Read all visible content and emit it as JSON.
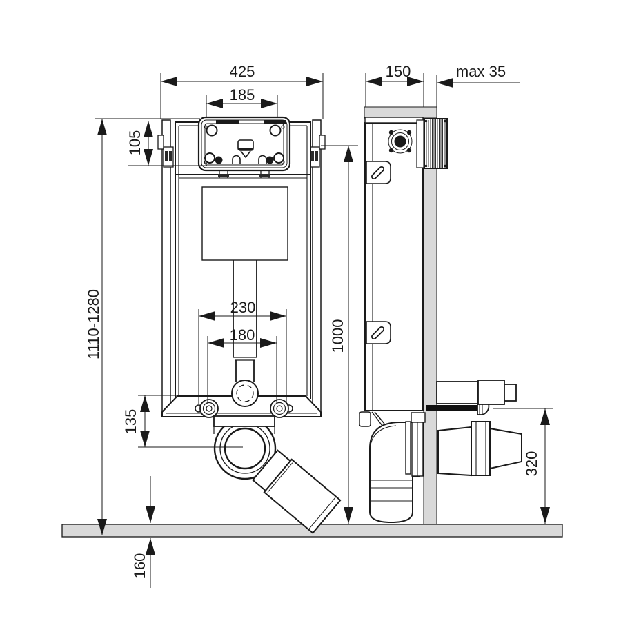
{
  "drawing": {
    "title": "Concealed WC cistern installation frame - dimensional drawing",
    "views": [
      "front-view",
      "side-view"
    ],
    "units": "mm"
  },
  "dimensions": {
    "frame_width": "425",
    "plate_opening_width": "185",
    "plate_opening_height": "105",
    "frame_height_range": "1110-1280",
    "fixing_spacing_outer": "230",
    "fixing_spacing_inner": "180",
    "reference_height": "1000",
    "outlet_offset": "135",
    "floor_thickness": "160",
    "frame_depth": "150",
    "wall_covering_max": "max 35",
    "outlet_height": "320"
  },
  "colors": {
    "line": "#1a1a1a",
    "surface_fill": "#d9d9d9",
    "background": "#ffffff"
  }
}
